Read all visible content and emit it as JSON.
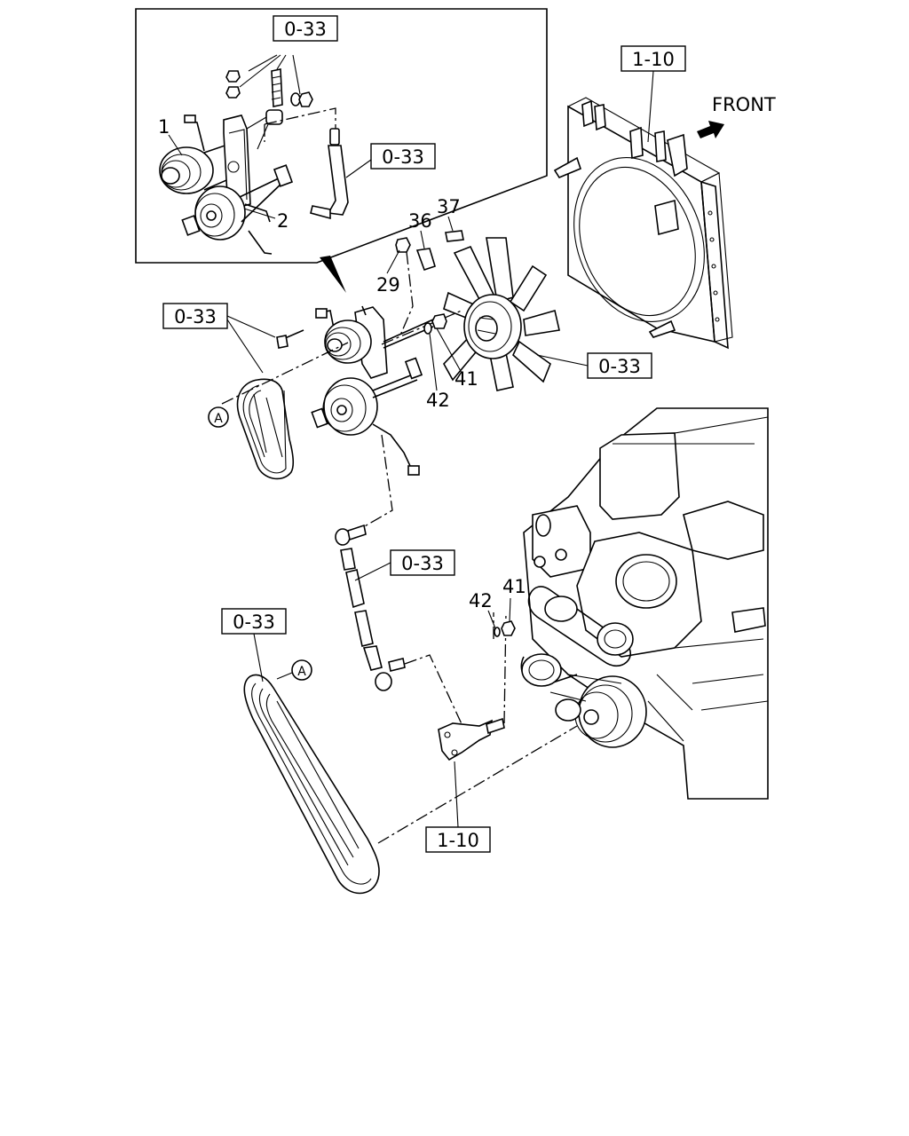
{
  "refs": {
    "box_inset_top": "0-33",
    "box_inset_hose": "0-33",
    "box_radiator": "1-10",
    "box_belt_upper": "0-33",
    "box_fan": "0-33",
    "box_hose_lower": "0-33",
    "box_belt_lower": "0-33",
    "box_bracket": "1-10"
  },
  "direction": {
    "front": "FRONT"
  },
  "callouts": {
    "c1": "1",
    "c2": "2",
    "c29": "29",
    "c36": "36",
    "c37": "37",
    "c41a": "41",
    "c42a": "42",
    "c41b": "41",
    "c42b": "42",
    "circleA1": "A",
    "circleA2": "A"
  }
}
